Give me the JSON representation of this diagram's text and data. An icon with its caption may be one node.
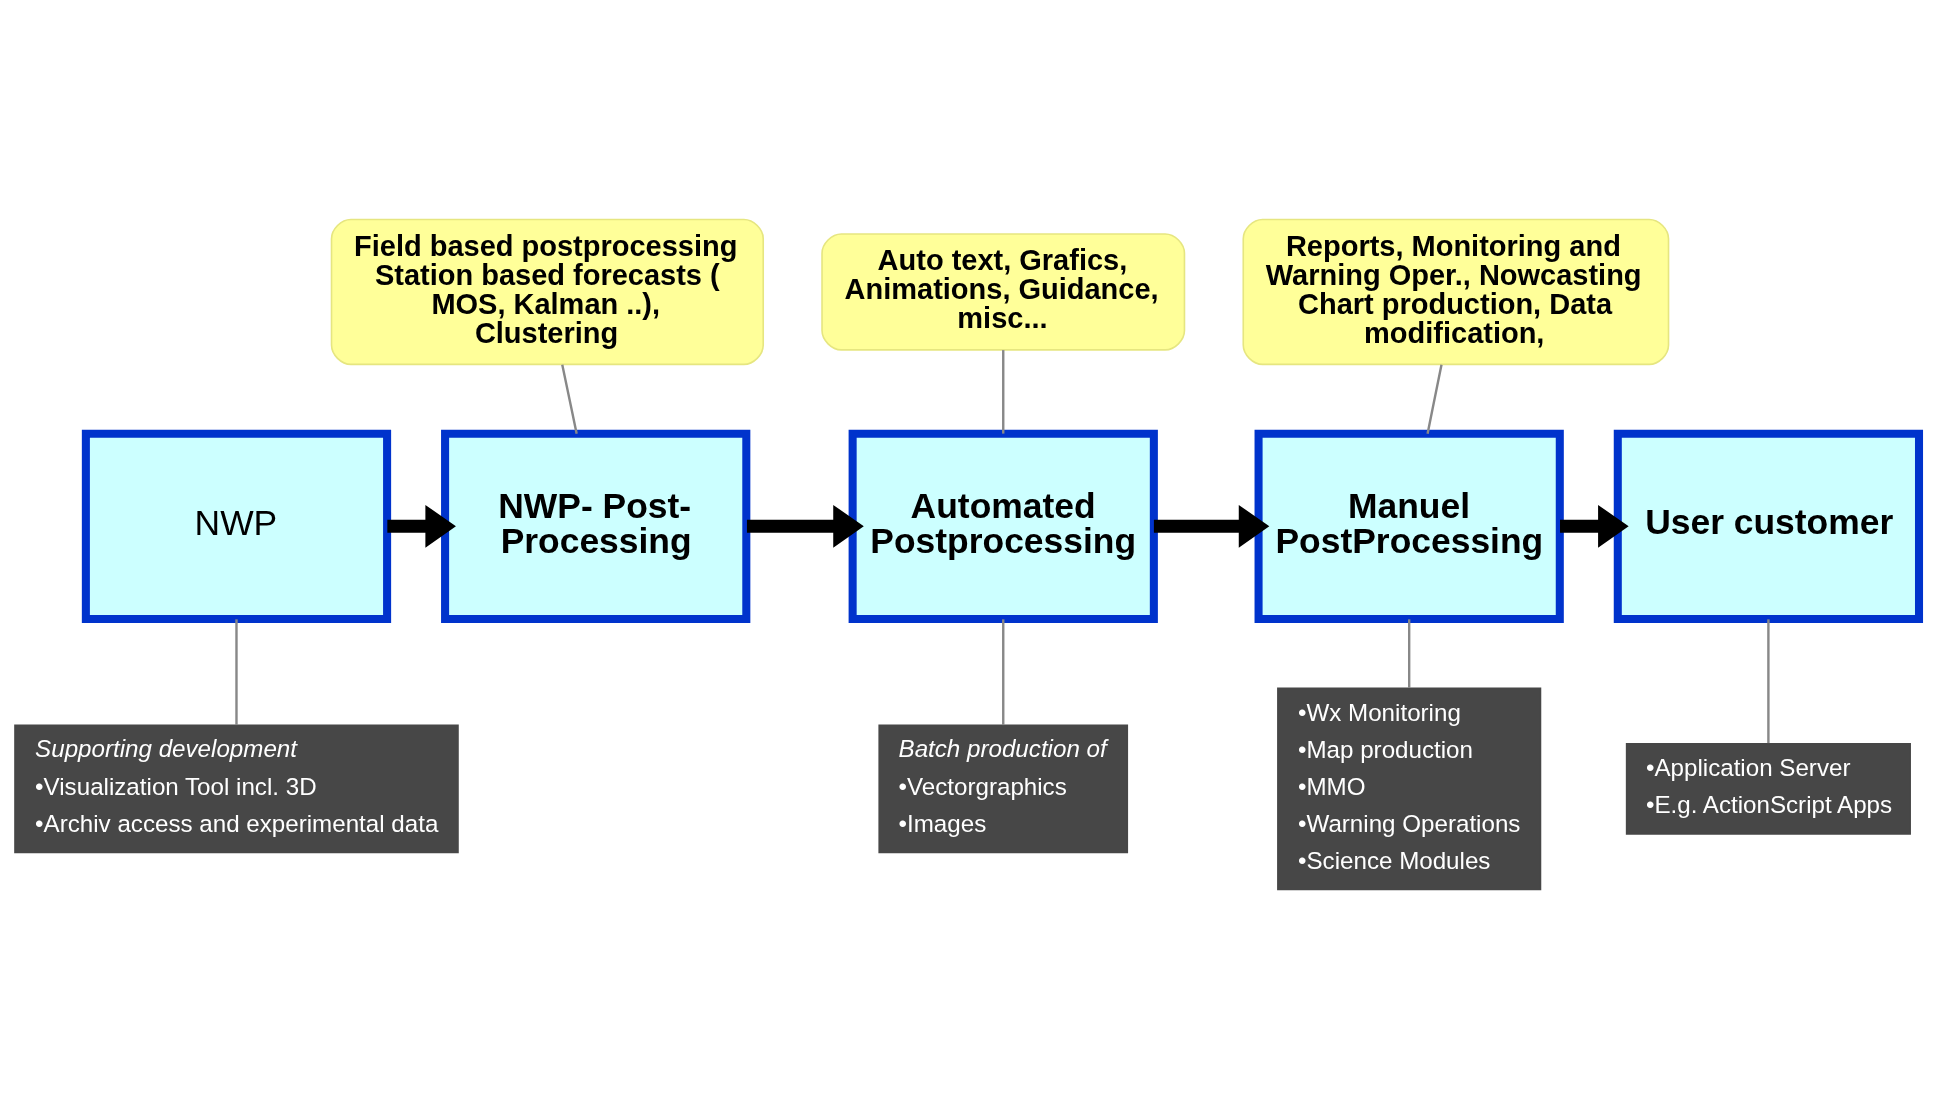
{
  "diagram": {
    "nodes": [
      {
        "text": [
          "NWP"
        ]
      },
      {
        "text": [
          "NWP- Post- Processing"
        ]
      },
      {
        "text": [
          "Automated Postprocessing"
        ]
      },
      {
        "text": [
          "Manuel PostProcessing"
        ]
      },
      {
        "text": [
          "User customer"
        ]
      },
      {
        "text": [
          "Field based postprocessing Station based forecasts ( MOS, Kalman ..), Clustering"
        ]
      },
      {
        "text": [
          "Auto text, Grafics, Animations, Guidance, misc..."
        ]
      },
      {
        "text": [
          "Reports, Monitoring and Warning Oper., Nowcasting Chart production, Data modification,"
        ]
      },
      {
        "text": [
          "Supporting development",
          "•Visualization Tool incl. 3D",
          "•Archiv access and experimental data"
        ]
      },
      {
        "text": [
          "Batch production of",
          "•Vectorgraphics",
          "•Images"
        ]
      },
      {
        "text": [
          "•Wx Monitoring",
          "•Map production",
          "•MMO",
          "•Warning Operations",
          "•Science Modules"
        ]
      },
      {
        "text": [
          "•Application Server",
          "•E.g. ActionScript Apps"
        ]
      }
    ],
    "edges": [
      {
        "from": 0,
        "to": 1,
        "arrow": "to",
        "style": "thick",
        "color": "#000000"
      },
      {
        "from": 1,
        "to": 2,
        "arrow": "to",
        "style": "thick",
        "color": "#000000"
      },
      {
        "from": 2,
        "to": 3,
        "arrow": "to",
        "style": "thick",
        "color": "#000000"
      },
      {
        "from": 3,
        "to": 4,
        "arrow": "to",
        "style": "thick",
        "color": "#000000"
      },
      {
        "from": 5,
        "to": 1,
        "arrow": "none"
      },
      {
        "from": 6,
        "to": 2,
        "arrow": "none"
      },
      {
        "from": 7,
        "to": 3,
        "arrow": "none"
      },
      {
        "from": 0,
        "to": 8,
        "arrow": "none"
      },
      {
        "from": 2,
        "to": 9,
        "arrow": "none"
      },
      {
        "from": 3,
        "to": 10,
        "arrow": "none"
      },
      {
        "from": 4,
        "to": 11,
        "arrow": "none"
      }
    ]
  }
}
